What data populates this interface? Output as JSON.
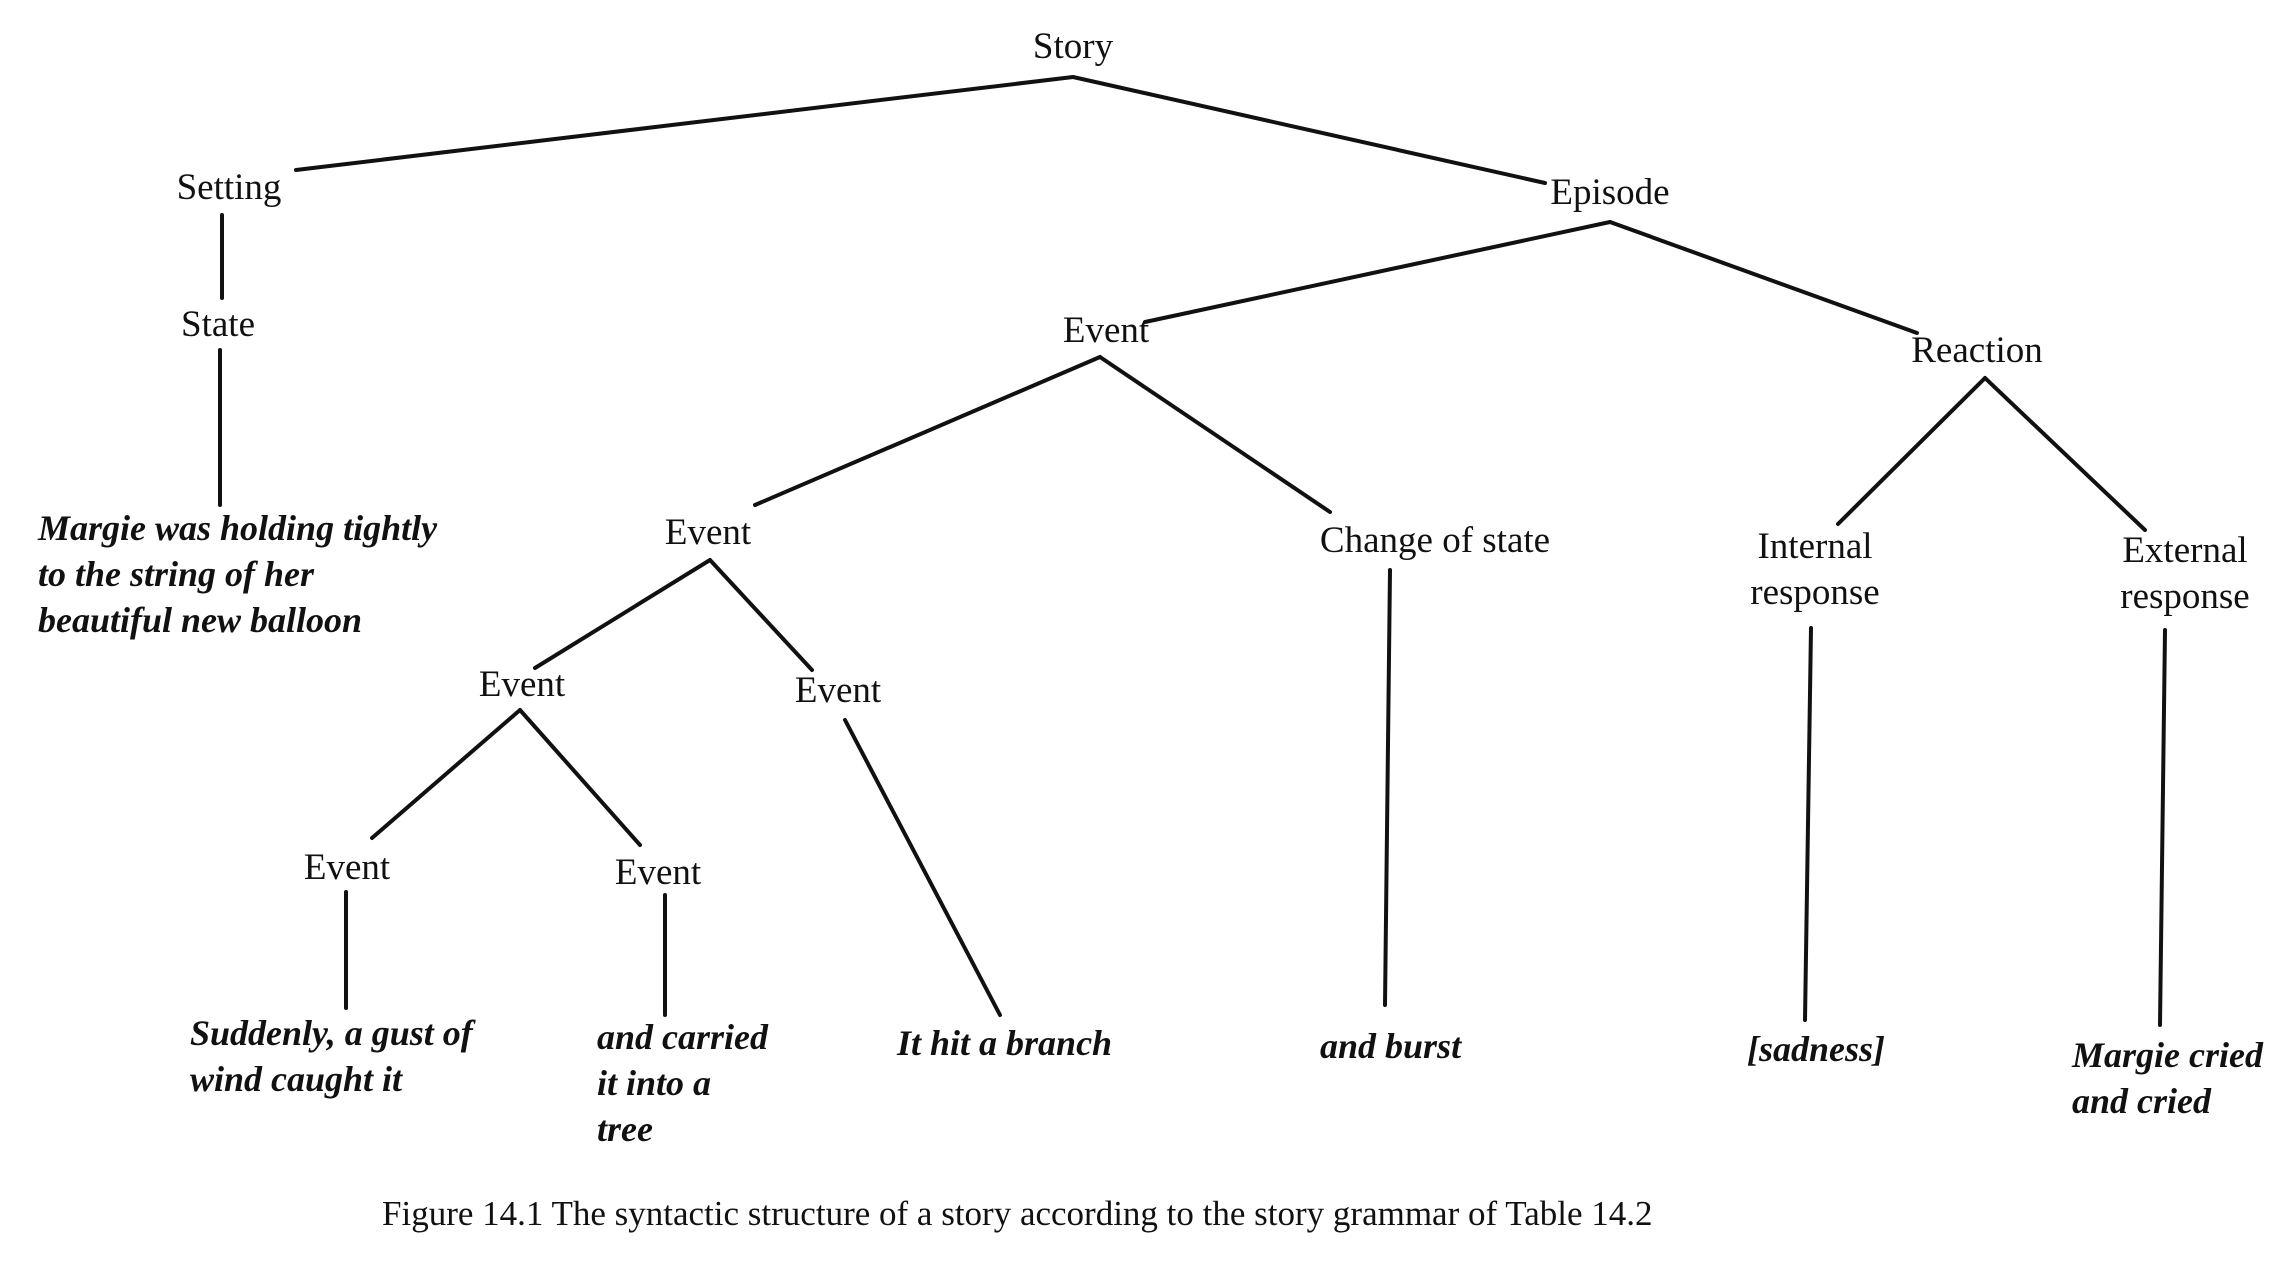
{
  "nodes": {
    "story": "Story",
    "setting": "Setting",
    "state": "State",
    "episode": "Episode",
    "event_top": "Event",
    "reaction": "Reaction",
    "event_mid": "Event",
    "change_of_state": "Change of state",
    "internal_response": [
      "Internal",
      "response"
    ],
    "external_response": [
      "External",
      "response"
    ],
    "event_left": "Event",
    "event_right": "Event",
    "event_ll": "Event",
    "event_lr": "Event"
  },
  "leaves": {
    "margie_holding": [
      "Margie was holding tightly",
      "to the string of her",
      "beautiful new balloon"
    ],
    "gust": [
      "Suddenly, a gust of",
      "wind caught it"
    ],
    "carried": [
      "and carried",
      "it into a",
      "tree"
    ],
    "hit_branch": "It hit a branch",
    "burst": "and burst",
    "sadness": "[sadness]",
    "cried": [
      "Margie cried",
      "and cried"
    ]
  },
  "caption": "Figure 14.1  The syntactic structure of a story according to the story grammar of Table 14.2"
}
